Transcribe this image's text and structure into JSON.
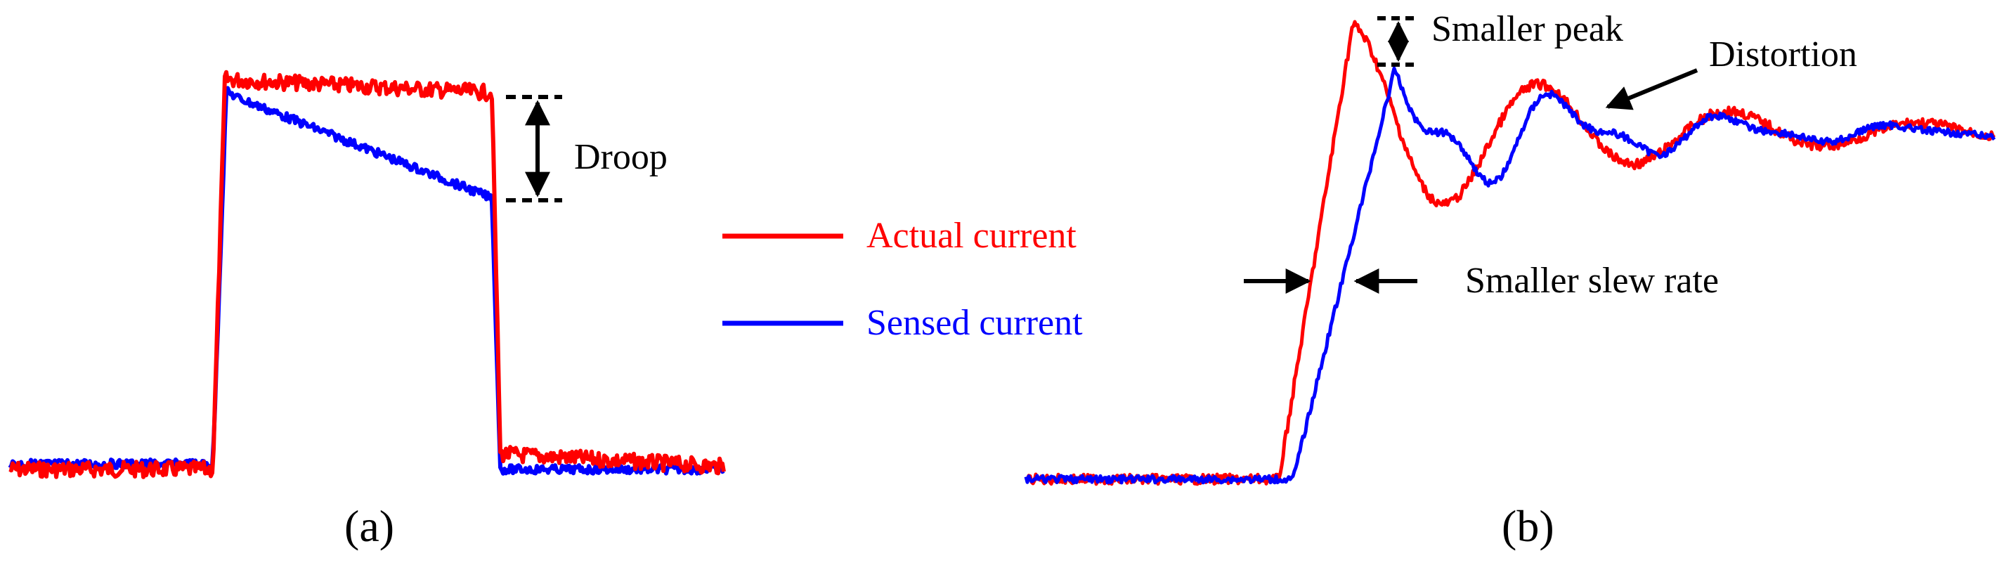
{
  "colors": {
    "actual": "#ff0000",
    "sensed": "#0000ff",
    "annotation": "#000000",
    "background": "#ffffff"
  },
  "panel_a": {
    "label": "(a)",
    "droop_label": "Droop"
  },
  "panel_b": {
    "label": "(b)",
    "smaller_peak_label": "Smaller peak",
    "distortion_label": "Distortion",
    "smaller_slew_label": "Smaller slew rate"
  },
  "legend": {
    "actual_label": "Actual current",
    "sensed_label": "Sensed current"
  }
}
